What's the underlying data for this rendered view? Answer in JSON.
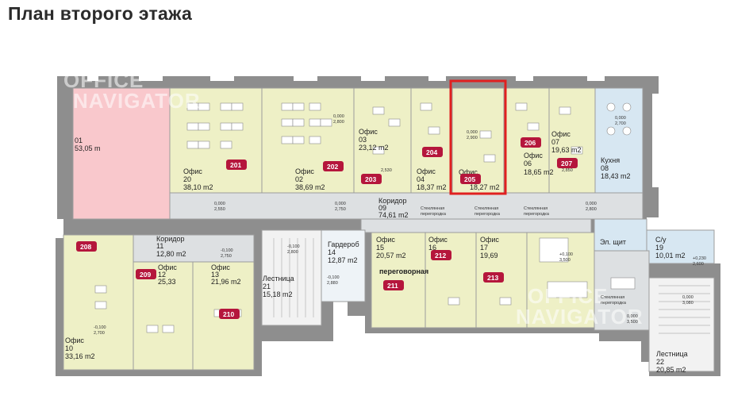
{
  "title": "План второго этажа",
  "watermark": {
    "line1": "OFFICE",
    "line2": "NAVIGATOR"
  },
  "rooms": {
    "r01": {
      "num": "01",
      "area": "53,05 m"
    },
    "r20": {
      "name": "Офис",
      "num": "20",
      "area": "38,10 m2",
      "badge": "201"
    },
    "r02": {
      "name": "Офис",
      "num": "02",
      "area": "38,69 m2",
      "badge": "202"
    },
    "r03": {
      "name": "Офис",
      "num": "03",
      "area": "23,12 m2",
      "badge": "203"
    },
    "r04": {
      "name": "Офис",
      "num": "04",
      "area": "18,37 m2",
      "badge": "204"
    },
    "r05": {
      "name": "Офис",
      "area": "18,27 m2",
      "badge": "205"
    },
    "r06": {
      "name": "Офис",
      "num": "06",
      "area": "18,65 m2",
      "badge": "206"
    },
    "r07": {
      "name": "Офис",
      "num": "07",
      "area": "19,63 m2",
      "badge": "207"
    },
    "r08": {
      "name": "Кухня",
      "num": "08",
      "area": "18,43 m2"
    },
    "r09": {
      "name": "Коридор",
      "num": "09",
      "area": "74,61 m2"
    },
    "r11": {
      "name": "Коридор",
      "num": "11",
      "area": "12,80 m2"
    },
    "r10": {
      "name": "Офис",
      "num": "10",
      "area": "33,16 m2",
      "badge": "208"
    },
    "r12": {
      "name": "Офис",
      "num": "12",
      "area": "25,33",
      "badge": "209"
    },
    "r13": {
      "name": "Офис",
      "num": "13",
      "area": "21,96 m2",
      "badge": "210"
    },
    "r21": {
      "name": "Лестница",
      "num": "21",
      "area": "15,18 m2"
    },
    "r14": {
      "name": "Гардероб",
      "num": "14",
      "area": "12,87 m2"
    },
    "r15": {
      "name": "Офис",
      "num": "15",
      "area": "20,57 m2",
      "extra": "переговорная",
      "badge": "211"
    },
    "r16": {
      "name": "Офис",
      "num": "16",
      "badge": "212"
    },
    "r17": {
      "name": "Офис",
      "num": "17",
      "area": "19,69",
      "badge": "213"
    },
    "r18": {
      "name": "Эл. щит"
    },
    "r19": {
      "name": "С/у",
      "num": "19",
      "area": "10,01 m2"
    },
    "r22": {
      "name": "Лестница",
      "num": "22",
      "area": "20,85 m2"
    }
  },
  "partition_label": "Стеклянная перегородка",
  "partition_words": {
    "a": "Стеклянная",
    "b": "перегородка"
  },
  "levels": {
    "l1": "0,000",
    "l1b": "2,800",
    "l2": "0,000",
    "l2b": "2,900",
    "l3": "0,000",
    "l3b": "2,700",
    "l4": "2,530",
    "l5": "2,850",
    "l6": "0,000",
    "l6b": "2,550",
    "l7": "0,000",
    "l7b": "2,750",
    "l8": "0,000",
    "l8b": "2,800",
    "l9": "-0,100",
    "l9b": "2,750",
    "l10": "-0,100",
    "l10b": "2,800",
    "l11": "-0,100",
    "l11b": "2,880",
    "l12": "-0,100",
    "l12b": "2,700",
    "l13": "+0,100",
    "l13b": "3,500",
    "l14": "0,000",
    "l14b": "3,500",
    "l15": "+0,230",
    "l15b": "2,600",
    "l16": "0,000",
    "l16b": "3,080"
  },
  "colors": {
    "badge": "#b5163c",
    "highlight": "#e02020",
    "office": "#eef0c6",
    "corridor": "#dde0e2"
  }
}
